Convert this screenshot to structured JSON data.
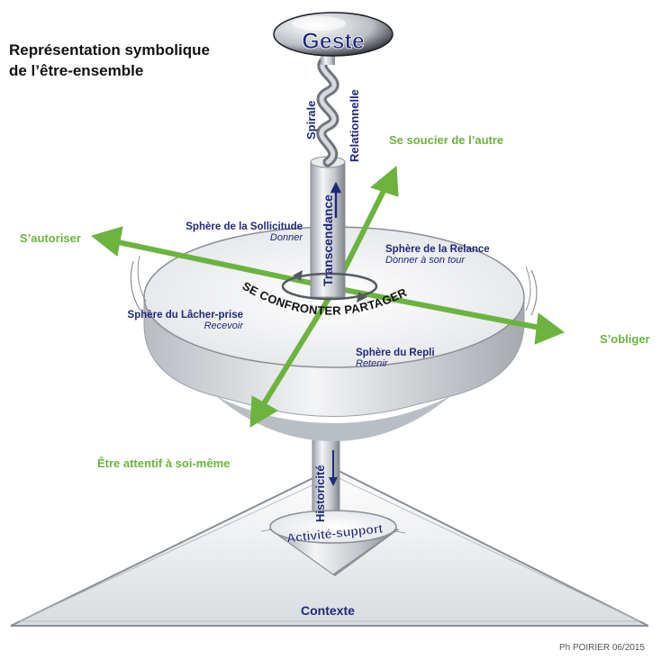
{
  "title": {
    "line1": "Représentation symbolique",
    "line2": "de l’être-ensemble"
  },
  "top": {
    "geste": "Geste",
    "spirale": "Spirale",
    "relationnelle": "Relationnelle"
  },
  "column": {
    "upper": "Transcendance",
    "lower": "Historicité"
  },
  "axes": {
    "se_soucier": "Se soucier de l’autre",
    "s_autoriser": "S’autoriser",
    "s_obliger": "S’obliger",
    "etre_attentif": "Être attentif à soi-même"
  },
  "spheres": {
    "sollicitude": {
      "name": "Sphère de la Sollicitude",
      "verb": "Donner"
    },
    "relance": {
      "name": "Sphère de la Relance",
      "verb": "Donner à son tour"
    },
    "lacher_prise": {
      "name": "Sphère du Lâcher-prise",
      "verb": "Recevoir"
    },
    "repli": {
      "name": "Sphère du Repli",
      "verb": "Retenir"
    }
  },
  "rim_text": "SE CONFRONTER PARTAGER",
  "bottom": {
    "activite": "Activité-support",
    "contexte": "Contexte"
  },
  "credit": "Ph POIRIER 06/2015",
  "colors": {
    "green": "#6cb33f",
    "navy": "#1e2a78",
    "grey": "#cfd2d6"
  }
}
